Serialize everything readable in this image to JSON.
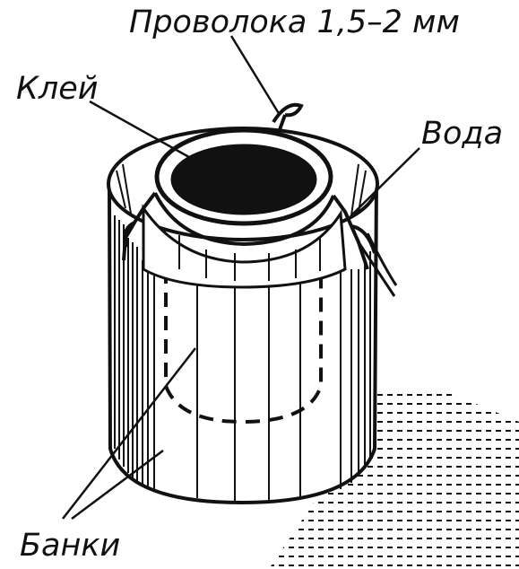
{
  "labels": {
    "wire": "Проволока 1,5–2 мм",
    "glue": "Клей",
    "water": "Вода",
    "cans": "Банки"
  },
  "colors": {
    "ink": "#111111",
    "paper": "#ffffff"
  }
}
